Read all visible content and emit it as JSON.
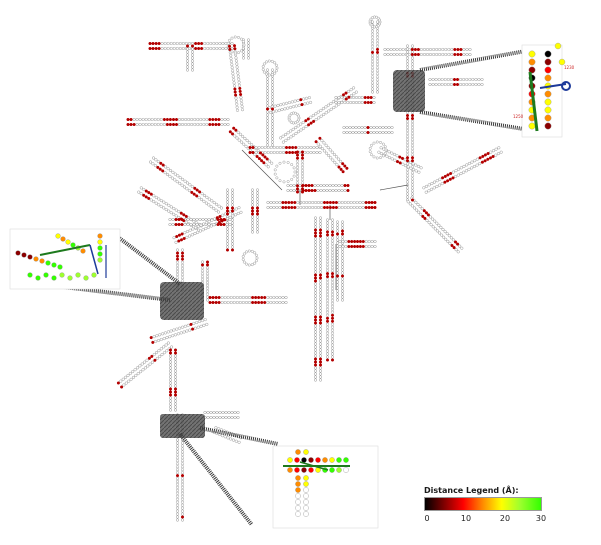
{
  "legend": {
    "title": "Distance Legend (Å):",
    "ticks": [
      "0",
      "10",
      "20",
      "30"
    ],
    "colors": [
      "#000000",
      "#8b0000",
      "#ff0000",
      "#ff8c00",
      "#ffff00",
      "#9dff2e",
      "#33ff00"
    ]
  },
  "highlight_colors": {
    "outline": "#9a9a9a",
    "zoom_box": "#4a4a4a",
    "near": "#b30000",
    "connector": "#1a6b1a"
  },
  "inset_labels": {
    "top_right_a": "1230",
    "top_right_b": "1250"
  }
}
